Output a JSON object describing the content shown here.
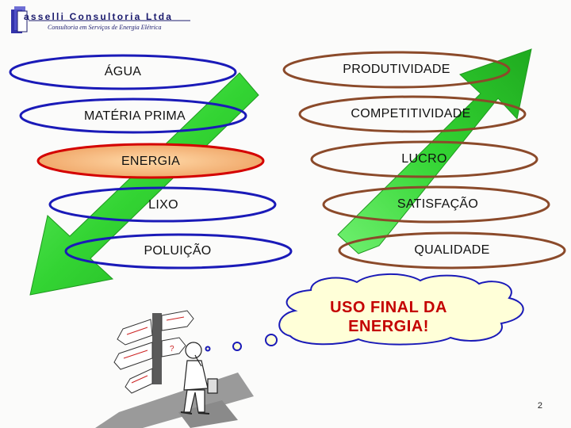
{
  "header": {
    "company": "asselli Consultoria Ltda",
    "tagline": "Consultoria em Serviços de Energia Elétrica"
  },
  "resources": [
    {
      "label": "ÁGUA"
    },
    {
      "label": "MATÉRIA PRIMA"
    },
    {
      "label": "ENERGIA",
      "highlight": "#f0b070"
    },
    {
      "label": "LIXO"
    },
    {
      "label": "POLUIÇÃO"
    }
  ],
  "results": [
    {
      "label": "PRODUTIVIDADE"
    },
    {
      "label": "COMPETITIVIDADE"
    },
    {
      "label": "LUCRO"
    },
    {
      "label": "SATISFAÇÃO"
    },
    {
      "label": "QUALIDADE"
    }
  ],
  "callout": {
    "line1": "USO FINAL DA",
    "line2": "ENERGIA!"
  },
  "page_number": "2",
  "colors": {
    "left_ring": "#1a1ab8",
    "energy_ring": "#d40000",
    "right_ring": "#8b4a2a",
    "arrow_green": "#33d433",
    "callout_text": "#c40000"
  },
  "icons": [
    "logo-mark",
    "signpost-clipart",
    "thinking-man-clipart",
    "thought-cloud"
  ]
}
